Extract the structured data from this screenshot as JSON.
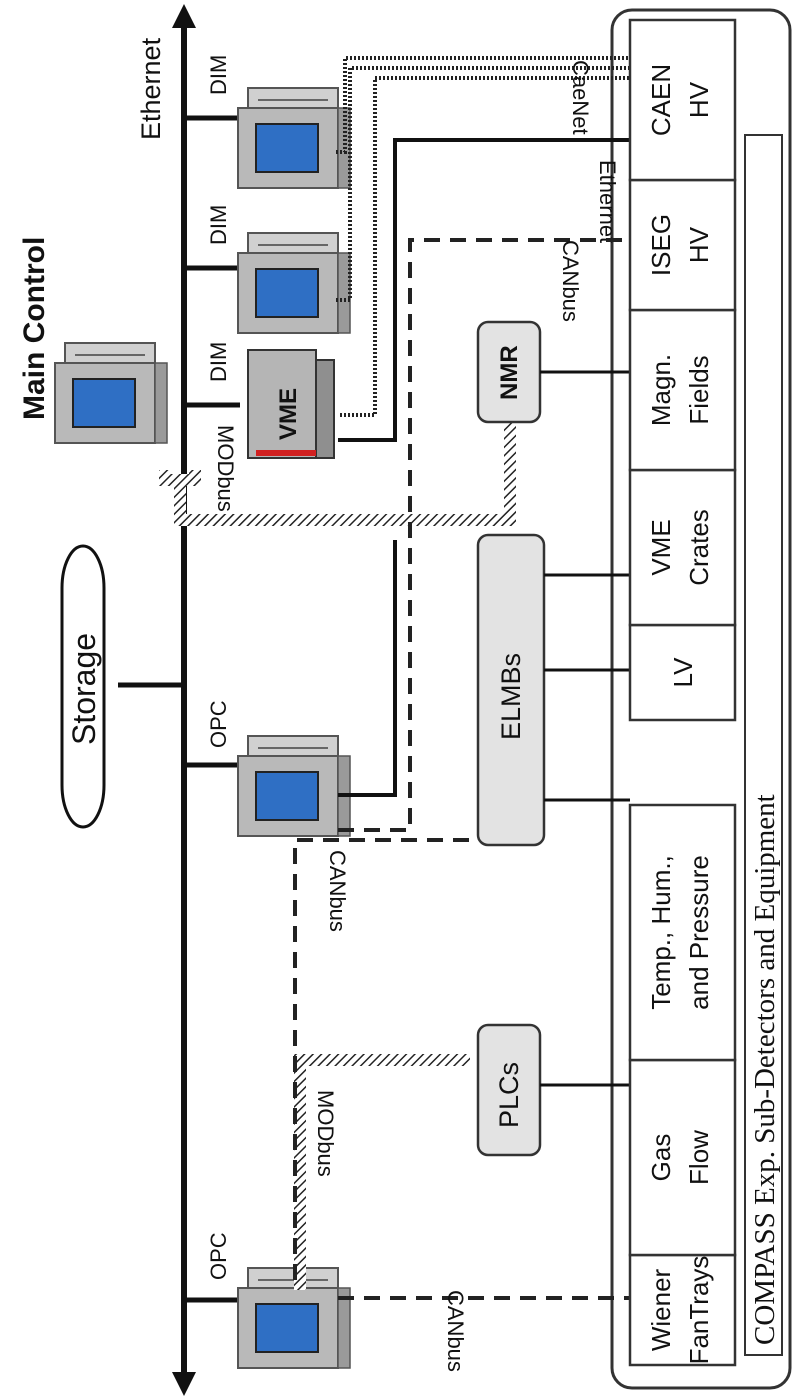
{
  "diagram": {
    "title": "Main Control",
    "backbone_label": "Ethernet",
    "storage_label": "Storage",
    "opc_label": "OPC",
    "dim_label": "DIM",
    "vme_label": "VME",
    "modbus_label": "MODbus",
    "canbus_label": "CANbus",
    "ethernet_link_label": "Ethernet",
    "caenet_label": "CaeNet",
    "plcs_label": "PLCs",
    "elmbs_label": "ELMBs",
    "nmr_label": "NMR",
    "equipment": [
      {
        "line1": "Wiener",
        "line2": "FanTrays"
      },
      {
        "line1": "Gas",
        "line2": "Flow"
      },
      {
        "line1": "Temp., Hum.,",
        "line2": "and Pressure"
      },
      {
        "line1": "LV",
        "line2": ""
      },
      {
        "line1": "VME",
        "line2": "Crates"
      },
      {
        "line1": "Magn.",
        "line2": "Fields"
      },
      {
        "line1": "ISEG",
        "line2": "HV"
      },
      {
        "line1": "CAEN",
        "line2": "HV"
      }
    ],
    "footer": "COMPASS Exp. Sub-Detectors and Equipment"
  }
}
